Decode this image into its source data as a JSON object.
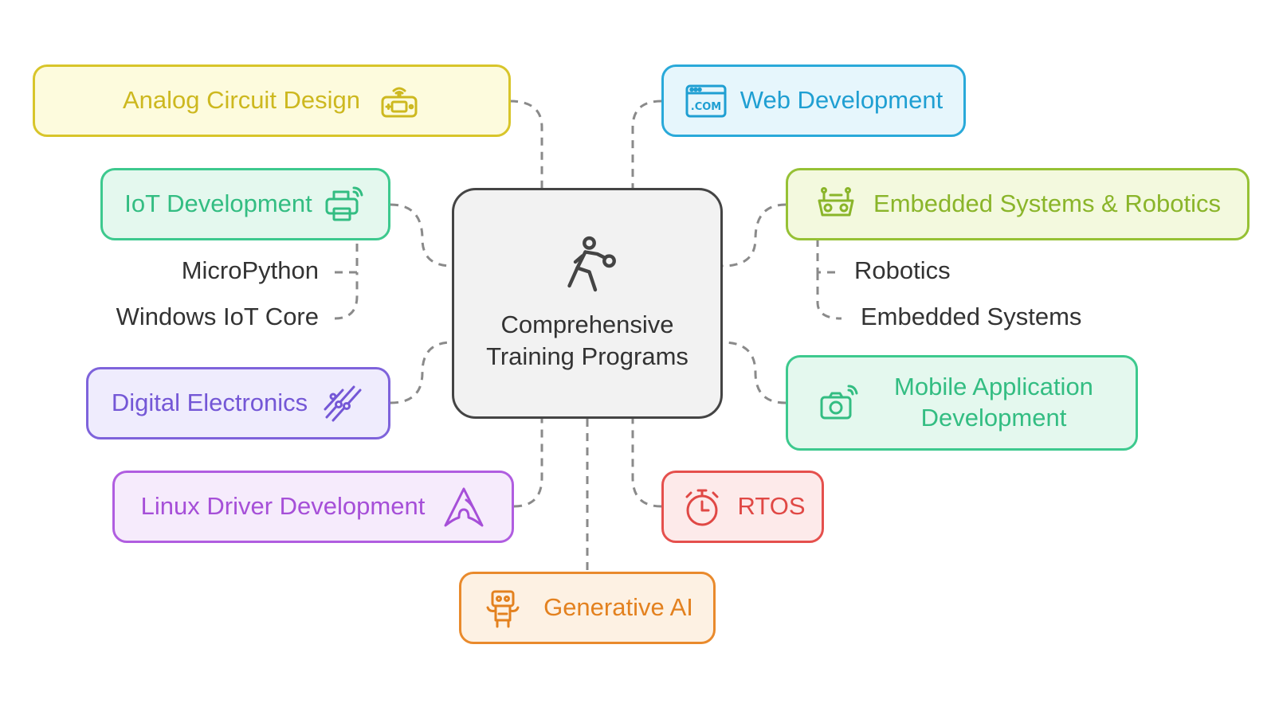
{
  "center": {
    "label": "Comprehensive Training Programs",
    "icon": "fighter-icon",
    "color": "#444444"
  },
  "nodes": {
    "analog": {
      "label": "Analog Circuit Design",
      "icon": "handheld-wireless-icon",
      "color": "#d8c52a",
      "fill": "#fdfbdd"
    },
    "web": {
      "label": "Web Development",
      "icon": "browser-com-icon",
      "color": "#29a9d9",
      "fill": "#e6f6fc"
    },
    "iot": {
      "label": "IoT Development",
      "icon": "wireless-printer-icon",
      "color": "#3dc98e",
      "fill": "#e4f8ee"
    },
    "embedded": {
      "label": "Embedded Systems & Robotics",
      "icon": "robot-board-icon",
      "color": "#96c135",
      "fill": "#f3f9de"
    },
    "digital": {
      "label": "Digital Electronics",
      "icon": "circuit-wires-icon",
      "color": "#7e63db",
      "fill": "#efecfd"
    },
    "mobile": {
      "label": "Mobile Application Development",
      "icon": "wireless-camera-icon",
      "color": "#3dc98e",
      "fill": "#e4f8ee"
    },
    "linux": {
      "label": "Linux Driver Development",
      "icon": "arch-linux-icon",
      "color": "#b05de0",
      "fill": "#f6ebfc"
    },
    "rtos": {
      "label": "RTOS",
      "icon": "stopwatch-icon",
      "color": "#e5504d",
      "fill": "#fdeaea"
    },
    "genai": {
      "label": "Generative AI",
      "icon": "robot-icon",
      "color": "#e98a2c",
      "fill": "#fdf1e3"
    }
  },
  "leaves": {
    "micropython": "MicroPython",
    "windows_iot": "Windows IoT Core",
    "robotics": "Robotics",
    "embedded_systems": "Embedded Systems"
  }
}
